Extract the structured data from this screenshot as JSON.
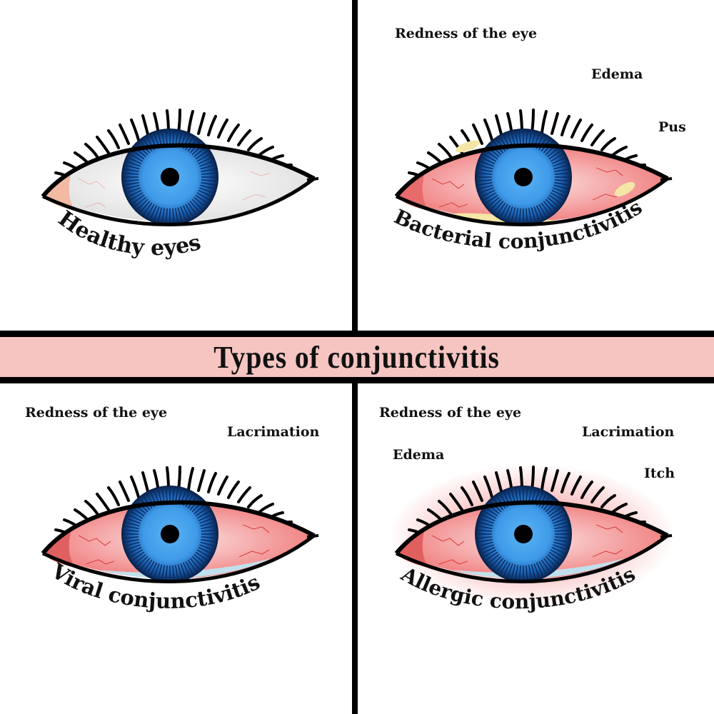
{
  "title": "Types of conjunctivitis",
  "colors": {
    "banner_bg": "#f6c5c1",
    "iris_light": "#4fa8f0",
    "iris_dark": "#0d3a78",
    "redness": "#f26b6b",
    "pus": "#f3e6a6",
    "tears": "#bfe0ec"
  },
  "panels": [
    {
      "id": "healthy",
      "caption": "Healthy eyes",
      "labels": []
    },
    {
      "id": "bacterial",
      "caption": "Bacterial conjunctivitis",
      "labels": [
        "Redness of the eye",
        "Edema",
        "Pus"
      ]
    },
    {
      "id": "viral",
      "caption": "Viral conjunctivitis",
      "labels": [
        "Redness of the eye",
        "Lacrimation"
      ]
    },
    {
      "id": "allergic",
      "caption": "Allergic conjunctivitis",
      "labels": [
        "Redness of the eye",
        "Lacrimation",
        "Edema",
        "Itch"
      ]
    }
  ]
}
